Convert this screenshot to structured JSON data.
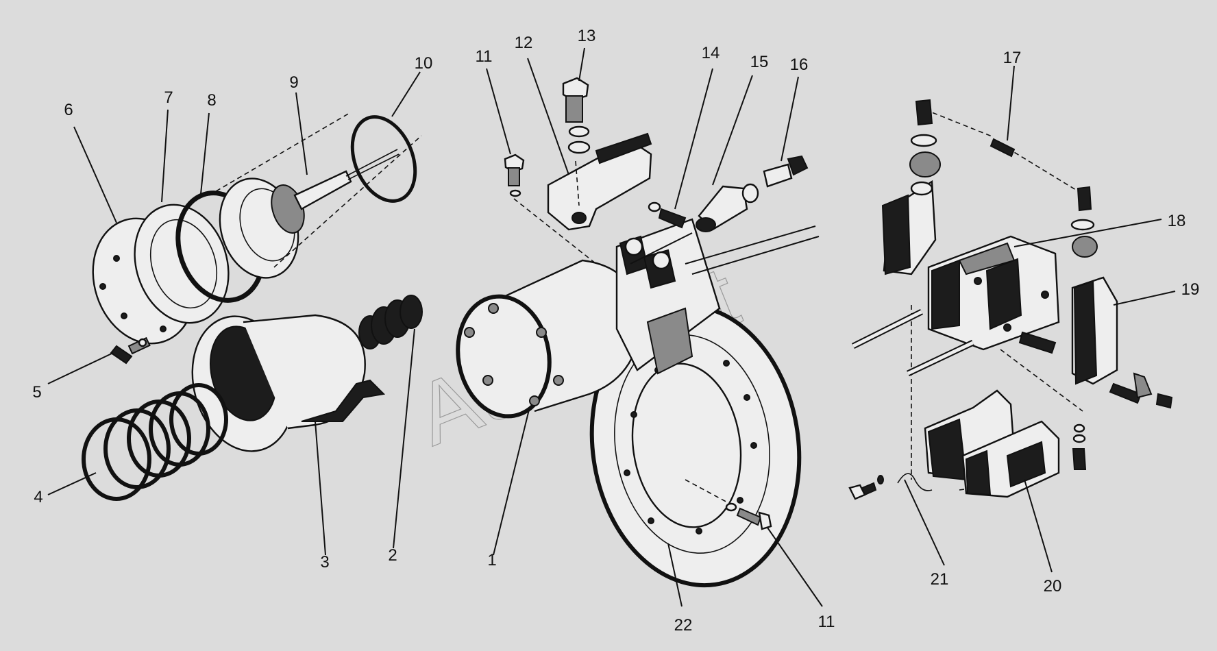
{
  "watermark": "AutoSoft",
  "callouts": [
    "1",
    "2",
    "3",
    "4",
    "5",
    "6",
    "7",
    "8",
    "9",
    "10",
    "11",
    "12",
    "13",
    "14",
    "15",
    "16",
    "17",
    "18",
    "19",
    "20",
    "21",
    "22",
    "11"
  ]
}
